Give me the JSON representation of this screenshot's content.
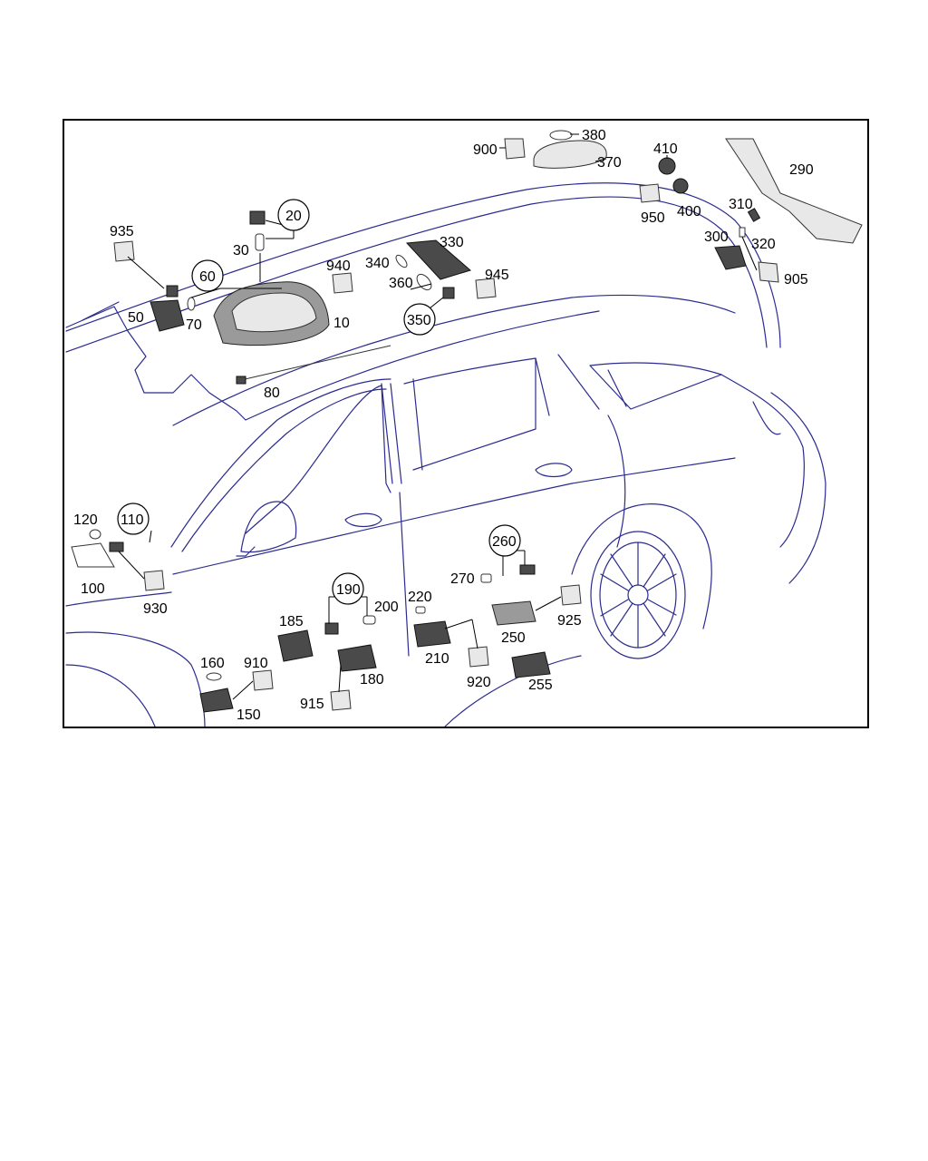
{
  "diagram": {
    "callouts": [
      {
        "id": "p380",
        "label": "380"
      },
      {
        "id": "p900",
        "label": "900"
      },
      {
        "id": "p370",
        "label": "370"
      },
      {
        "id": "p410",
        "label": "410"
      },
      {
        "id": "p290",
        "label": "290"
      },
      {
        "id": "p950",
        "label": "950"
      },
      {
        "id": "p400",
        "label": "400"
      },
      {
        "id": "p310",
        "label": "310"
      },
      {
        "id": "p300",
        "label": "300"
      },
      {
        "id": "p320",
        "label": "320"
      },
      {
        "id": "p905",
        "label": "905"
      },
      {
        "id": "p20",
        "label": "20",
        "circled": true
      },
      {
        "id": "p30",
        "label": "30"
      },
      {
        "id": "p935",
        "label": "935"
      },
      {
        "id": "p60",
        "label": "60",
        "circled": true
      },
      {
        "id": "p50",
        "label": "50"
      },
      {
        "id": "p70",
        "label": "70"
      },
      {
        "id": "p10",
        "label": "10"
      },
      {
        "id": "p940",
        "label": "940"
      },
      {
        "id": "p330",
        "label": "330"
      },
      {
        "id": "p340",
        "label": "340"
      },
      {
        "id": "p945",
        "label": "945"
      },
      {
        "id": "p360",
        "label": "360"
      },
      {
        "id": "p350",
        "label": "350",
        "circled": true
      },
      {
        "id": "p80",
        "label": "80"
      },
      {
        "id": "p120",
        "label": "120"
      },
      {
        "id": "p110",
        "label": "110",
        "circled": true
      },
      {
        "id": "p100",
        "label": "100"
      },
      {
        "id": "p930",
        "label": "930"
      },
      {
        "id": "p260",
        "label": "260",
        "circled": true
      },
      {
        "id": "p270",
        "label": "270"
      },
      {
        "id": "p190",
        "label": "190",
        "circled": true
      },
      {
        "id": "p200",
        "label": "200"
      },
      {
        "id": "p220",
        "label": "220"
      },
      {
        "id": "p185",
        "label": "185"
      },
      {
        "id": "p250",
        "label": "250"
      },
      {
        "id": "p925",
        "label": "925"
      },
      {
        "id": "p210",
        "label": "210"
      },
      {
        "id": "p160",
        "label": "160"
      },
      {
        "id": "p910",
        "label": "910"
      },
      {
        "id": "p180",
        "label": "180"
      },
      {
        "id": "p920",
        "label": "920"
      },
      {
        "id": "p255",
        "label": "255"
      },
      {
        "id": "p915",
        "label": "915"
      },
      {
        "id": "p150",
        "label": "150"
      }
    ],
    "colors": {
      "car_outline": "#2b2b8f",
      "frame": "#000000",
      "part_dark": "#4a4a4a",
      "background": "#ffffff"
    }
  }
}
